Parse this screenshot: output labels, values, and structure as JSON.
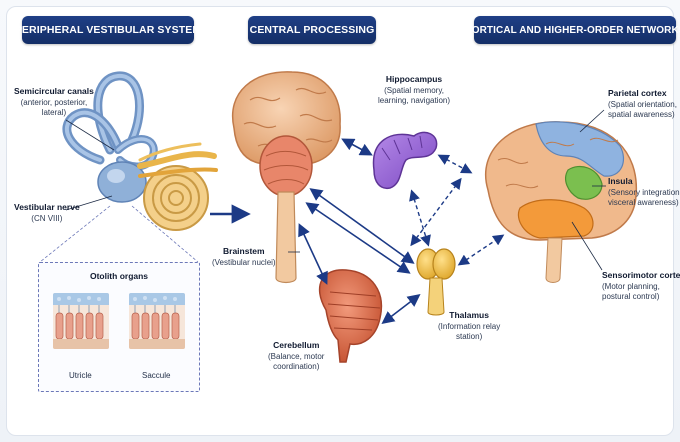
{
  "headers": {
    "peripheral": "PERIPHERAL VESTIBULAR SYSTEM",
    "central": "CENTRAL PROCESSING",
    "cortical": "CORTICAL AND HIGHER-ORDER NETWORKS"
  },
  "labels": {
    "semicircular": {
      "title": "Semicircular canals",
      "line1": "(anterior, posterior,",
      "line2": "lateral)"
    },
    "vestibular_nerve": {
      "title": "Vestibular nerve",
      "line1": "(CN VIII)"
    },
    "otolith": {
      "title": "Otolith organs",
      "utricle": "Utricle",
      "saccule": "Saccule"
    },
    "hippocampus": {
      "title": "Hippocampus",
      "line1": "(Spatial memory,",
      "line2": "learning, navigation)"
    },
    "brainstem": {
      "title": "Brainstem",
      "line1": "(Vestibular nuclei)"
    },
    "cerebellum": {
      "title": "Cerebellum",
      "line1": "(Balance, motor",
      "line2": "coordination)"
    },
    "thalamus": {
      "title": "Thalamus",
      "line1": "(Information relay",
      "line2": "station)"
    },
    "parietal": {
      "title": "Parietal cortex",
      "line1": "(Spatial orientation,",
      "line2": "spatial awareness)"
    },
    "insula": {
      "title": "Insula",
      "line1": "(Sensory integration,",
      "line2": "visceral awareness)"
    },
    "sensorimotor": {
      "title": "Sensorimotor cortex",
      "line1": "(Motor planning,",
      "line2": "postural control)"
    }
  },
  "colors": {
    "header": "#1a3673",
    "arrow": "#1c3a86",
    "brain": "#f0b98c",
    "brainstem_core": "#e58a6e",
    "cerebellum": "#e2714f",
    "hippocampus": "#9a6ad6",
    "thalamus": "#f3c44a",
    "parietal": "#8fb3e0",
    "insula": "#7bbf4f",
    "sensorimotor": "#f39a3a",
    "inner_ear": "#8fb0d8",
    "cochlea": "#f4d08a"
  }
}
